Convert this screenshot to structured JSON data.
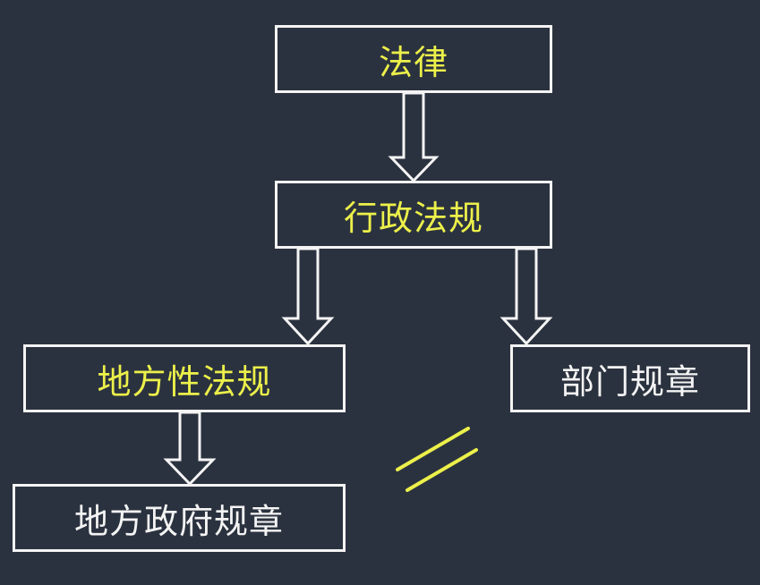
{
  "colors": {
    "background": "#2b323f",
    "border": "#f4f4f4",
    "highlight_text": "#ecf04a",
    "normal_text": "#f4f4f4",
    "slash": "#ecf04a"
  },
  "nodes": {
    "law": {
      "label": "法律"
    },
    "admin": {
      "label": "行政法规"
    },
    "local": {
      "label": "地方性法规"
    },
    "dept": {
      "label": "部门规章"
    },
    "govt": {
      "label": "地方政府规章"
    }
  }
}
